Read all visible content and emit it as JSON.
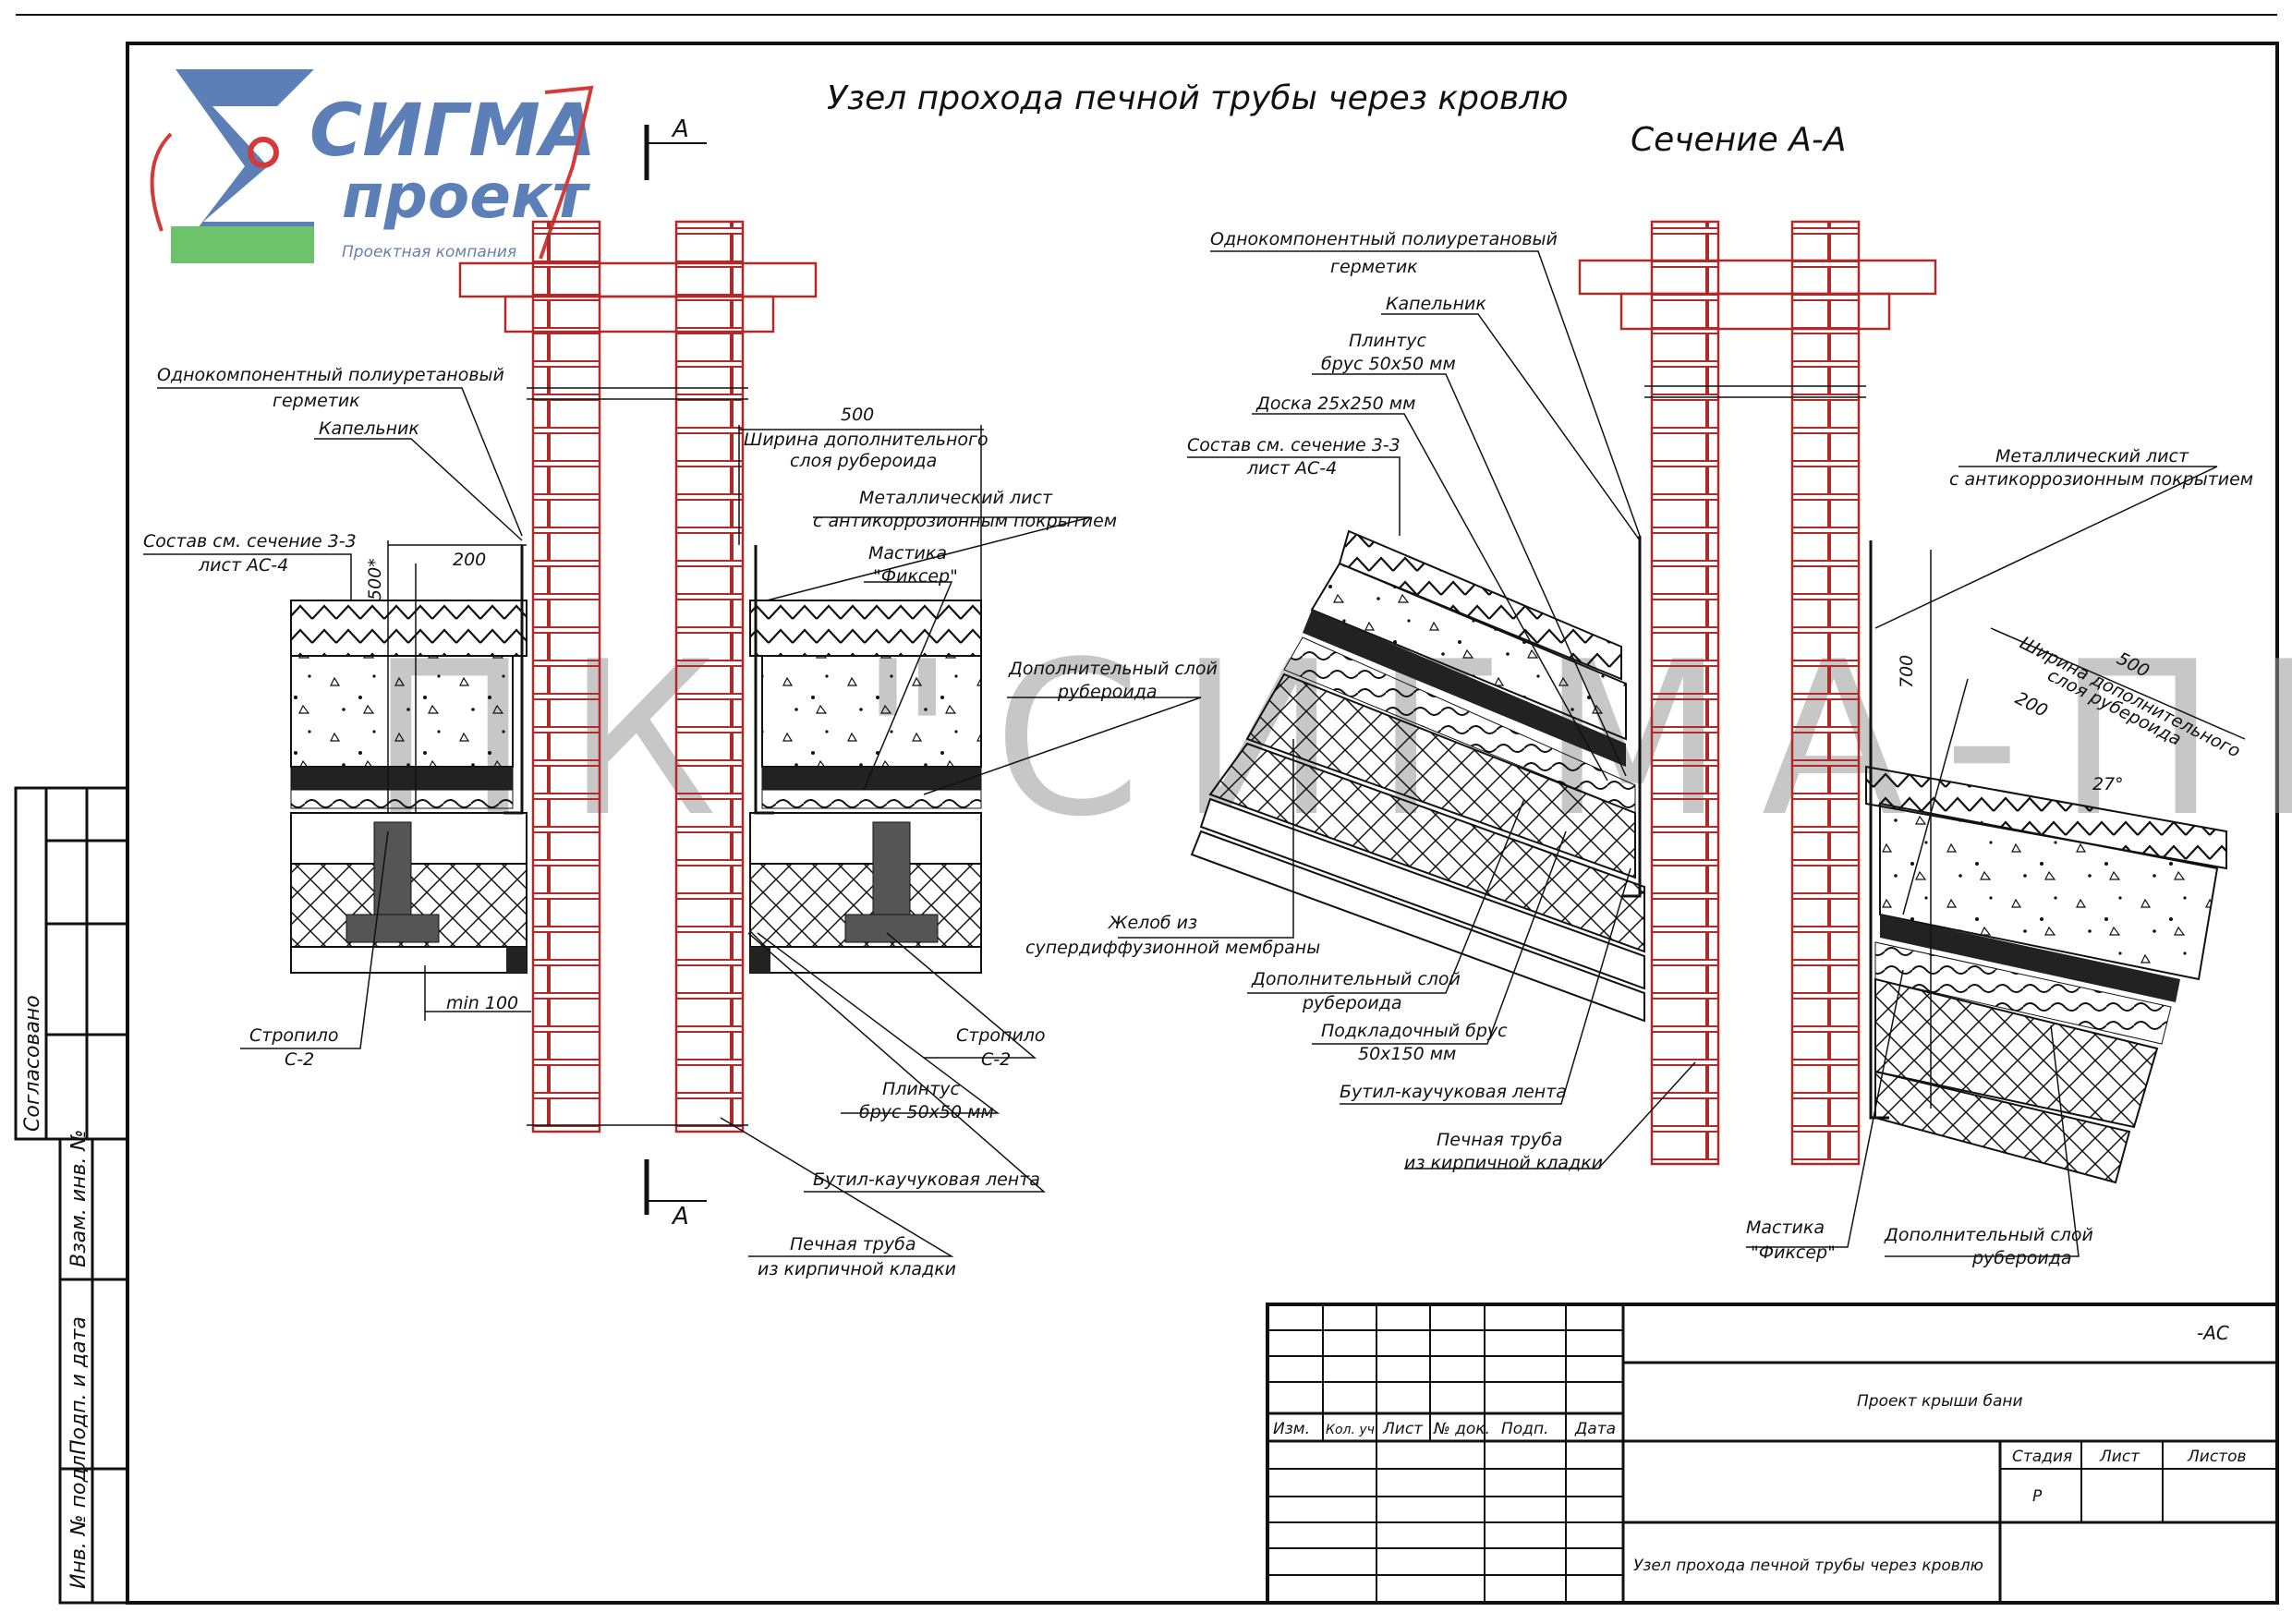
{
  "title": "Узел прохода печной трубы через кровлю",
  "section_title": "Сечение А-А",
  "section_mark": "А",
  "watermark": "ПК \"СИГМА-ПРОЕКТ\"",
  "logo": {
    "line1": "СИГМА",
    "line2": "проект",
    "tagline": "Проектная компания"
  },
  "left_labels": {
    "sealant": [
      "Однокомпонентный полиуретановый",
      "герметик"
    ],
    "drip": "Капельник",
    "composition": [
      "Состав см. сечение 3-3",
      "лист АС-4"
    ],
    "dim_500": "500",
    "dim_200": "200",
    "dim_500v": "500*",
    "dim_min100": "min 100",
    "extra_layer_width": [
      "Ширина дополнительного",
      "слоя рубероида"
    ],
    "metal_sheet": [
      "Металлический лист",
      "с антикоррозионным покрытием"
    ],
    "mastic": [
      "Мастика",
      "\"Фиксер\""
    ],
    "extra_layer": [
      "Дополнительный слой",
      "рубероида"
    ],
    "rafter_left": [
      "Стропило",
      "С-2"
    ],
    "rafter_right": [
      "Стропило",
      "С-2"
    ],
    "plinth": [
      "Плинтус",
      "брус 50х50 мм"
    ],
    "butyl_tape": "Бутил-каучуковая лента",
    "chimney": [
      "Печная труба",
      "из кирпичной кладки"
    ]
  },
  "right_labels": {
    "sealant": [
      "Однокомпонентный полиуретановый",
      "герметик"
    ],
    "drip": "Капельник",
    "plinth": [
      "Плинтус",
      "брус 50х50 мм"
    ],
    "board": "Доска 25х250 мм",
    "composition": [
      "Состав см. сечение 3-3",
      "лист АС-4"
    ],
    "metal_sheet": [
      "Металлический лист",
      "с антикоррозионным покрытием"
    ],
    "extra_layer_width": [
      "Ширина дополнительного",
      "слоя рубероида"
    ],
    "dim_500": "500",
    "dim_200": "200",
    "dim_700": "700",
    "angle": "27°",
    "gutter": [
      "Желоб из",
      "супердиффузионной мембраны"
    ],
    "extra_layer": [
      "Дополнительный слой",
      "рубероида"
    ],
    "lining_bar": [
      "Подкладочный брус",
      "50х150 мм"
    ],
    "butyl_tape": "Бутил-каучуковая лента",
    "chimney": [
      "Печная труба",
      "из кирпичной кладки"
    ],
    "mastic": [
      "Мастика",
      "\"Фиксер\""
    ],
    "extra_layer2": [
      "Дополнительный слой",
      "рубероида"
    ]
  },
  "side_stamp": {
    "agreed": "Согласовано",
    "inv_repl": "Взам. инв. №",
    "sign_date": "Подп. и дата",
    "inv_orig": "Инв. № подл."
  },
  "title_block": {
    "code": "-АС",
    "project": "Проект крыши бани",
    "sheet_name": "Узел прохода печной трубы через кровлю",
    "cols": [
      "Изм.",
      "Кол. уч",
      "Лист",
      "№ док.",
      "Подп.",
      "Дата"
    ],
    "stage_label": "Стадия",
    "sheet_label": "Лист",
    "sheets_label": "Листов",
    "stage_value": "Р"
  },
  "colors": {
    "brick": "#b02a2a",
    "line": "#111111",
    "logo_blue": "#5c7fb8",
    "logo_green": "#6cc36c",
    "logo_red": "#d33b3b"
  }
}
